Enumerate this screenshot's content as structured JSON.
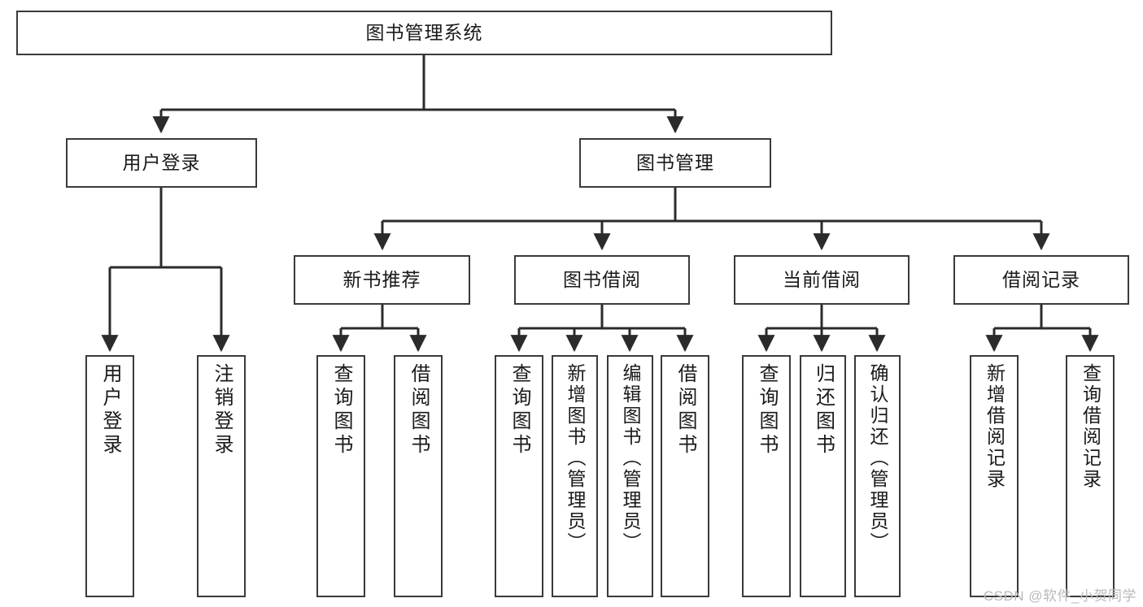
{
  "diagram": {
    "title": "图书管理系统",
    "type": "tree-hierarchy-diagram",
    "watermark": "CSDN @软件_小贺同学",
    "colors": {
      "box_border": "#3a3a3a",
      "box_fill": "#ffffff",
      "edge": "#2b2b2b",
      "text": "#1a1a1a",
      "watermark": "#b9b9b9"
    },
    "levels": {
      "level1": [
        {
          "id": "root",
          "label": "图书管理系统"
        }
      ],
      "level2": [
        {
          "id": "user-login",
          "label": "用户登录"
        },
        {
          "id": "book-manage",
          "label": "图书管理"
        }
      ],
      "level3": [
        {
          "id": "new-book-rec",
          "label": "新书推荐"
        },
        {
          "id": "book-borrow",
          "label": "图书借阅"
        },
        {
          "id": "current-borrow",
          "label": "当前借阅"
        },
        {
          "id": "borrow-record",
          "label": "借阅记录"
        }
      ],
      "level4": [
        {
          "id": "leaf-user-login",
          "label": "用户登录"
        },
        {
          "id": "leaf-user-logout",
          "label": "注销登录"
        },
        {
          "id": "leaf-query-book-1",
          "label": "查询图书"
        },
        {
          "id": "leaf-borrow-book-1",
          "label": "借阅图书"
        },
        {
          "id": "leaf-query-book-2",
          "label": "查询图书"
        },
        {
          "id": "leaf-add-book-admin",
          "label": "新增图书（管理员）"
        },
        {
          "id": "leaf-edit-book-admin",
          "label": "编辑图书（管理员）"
        },
        {
          "id": "leaf-borrow-book-2",
          "label": "借阅图书"
        },
        {
          "id": "leaf-query-book-3",
          "label": "查询图书"
        },
        {
          "id": "leaf-return-book",
          "label": "归还图书"
        },
        {
          "id": "leaf-confirm-return-admin",
          "label": "确认归还（管理员）"
        },
        {
          "id": "leaf-add-borrow-record",
          "label": "新增借阅记录"
        },
        {
          "id": "leaf-query-borrow-record",
          "label": "查询借阅记录"
        }
      ]
    }
  }
}
